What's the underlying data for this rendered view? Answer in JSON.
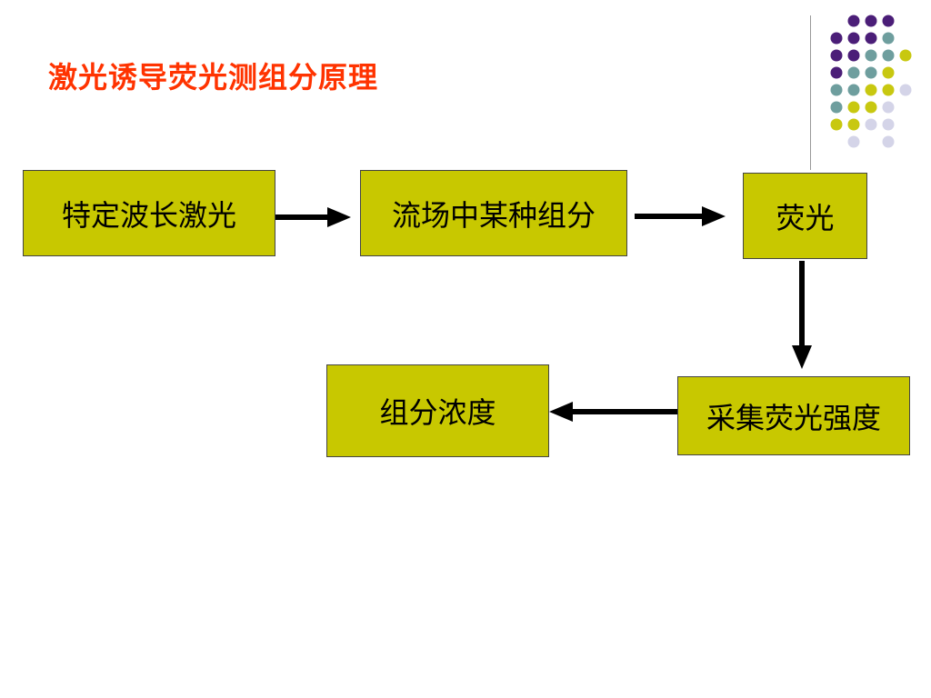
{
  "slide": {
    "title": "激光诱导荧光测组分原理",
    "title_color": "#ff3300"
  },
  "diagram": {
    "box_color": "#c8c800",
    "nodes": [
      {
        "id": "laser",
        "label": "特定波长激光"
      },
      {
        "id": "component",
        "label": "流场中某种组分"
      },
      {
        "id": "fluorescence",
        "label": "荧光"
      },
      {
        "id": "intensity",
        "label": "采集荧光强度"
      },
      {
        "id": "concentration",
        "label": "组分浓度"
      }
    ],
    "edges": [
      {
        "from": "laser",
        "to": "component"
      },
      {
        "from": "component",
        "to": "fluorescence"
      },
      {
        "from": "fluorescence",
        "to": "intensity"
      },
      {
        "from": "intensity",
        "to": "concentration"
      }
    ]
  },
  "decoration": {
    "dot_colors": {
      "purple": "#4b1e78",
      "teal": "#6e9e9e",
      "olive": "#c8c810",
      "lavender": "#d4d4e8"
    }
  }
}
